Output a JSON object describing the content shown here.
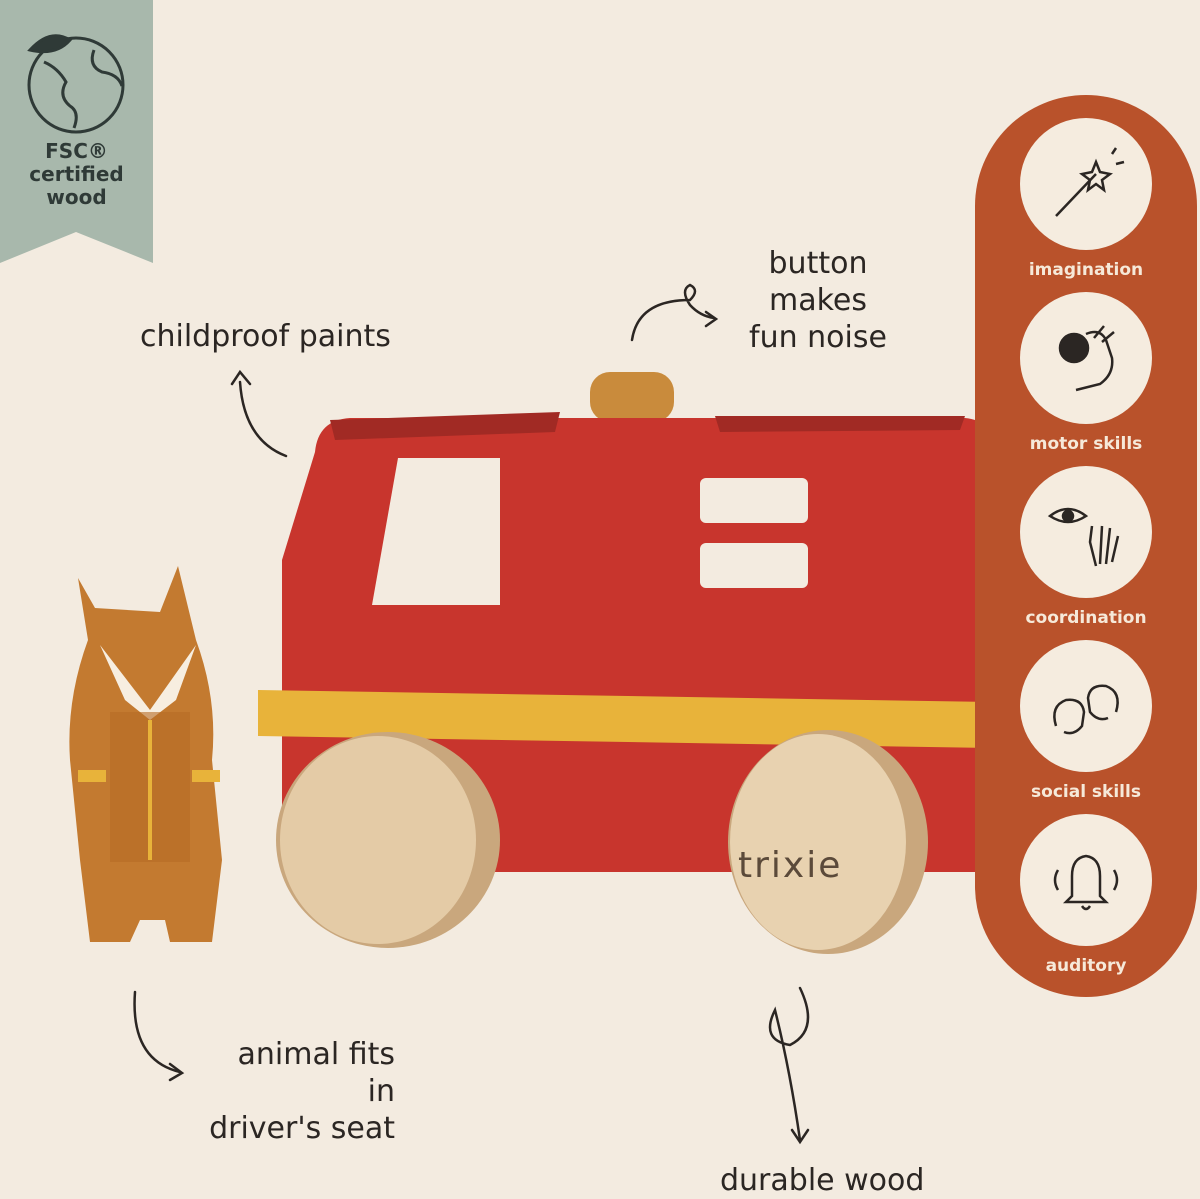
{
  "badge": {
    "text": "FSC®\ncertified\nwood"
  },
  "callouts": {
    "paints": "childproof paints",
    "button": "button makes\nfun noise",
    "animal": "animal fits in\ndriver's seat",
    "wood": "durable wood"
  },
  "benefits": [
    {
      "label": "imagination",
      "icon": "magic-wand-icon"
    },
    {
      "label": "motor skills",
      "icon": "hand-grab-icon"
    },
    {
      "label": "coordination",
      "icon": "eye-hand-icon"
    },
    {
      "label": "social skills",
      "icon": "two-faces-icon"
    },
    {
      "label": "auditory",
      "icon": "bell-icon"
    }
  ],
  "wheel_logo": "trixie",
  "colors": {
    "panel": "#b9522b",
    "badge": "#a8b8ac",
    "truck": "#c8352d",
    "stripe": "#e8b33a"
  }
}
